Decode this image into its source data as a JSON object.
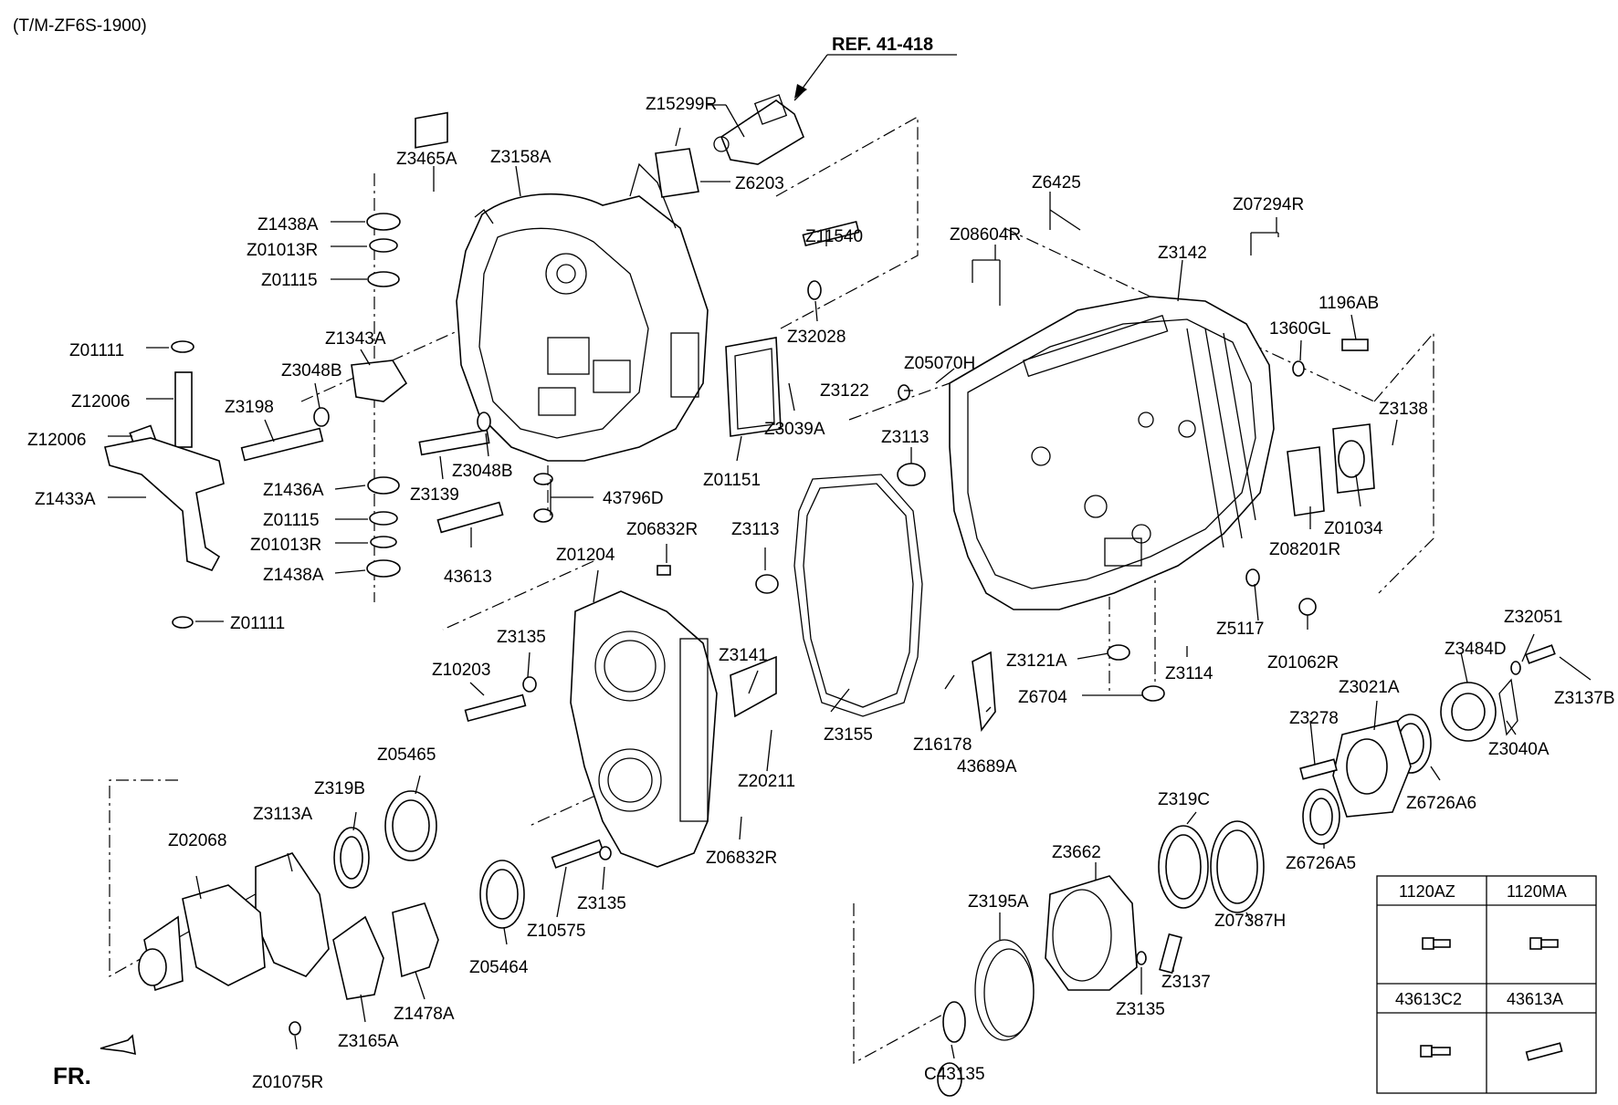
{
  "header": {
    "model_code": "(T/M-ZF6S-1900)",
    "reference": "REF. 41-418"
  },
  "direction_label": "FR.",
  "callouts": {
    "z15299r": "Z15299R",
    "z6203": "Z6203",
    "z3465a": "Z3465A",
    "z3158a": "Z3158A",
    "z1438a_top": "Z1438A",
    "z01013r_top": "Z01013R",
    "z01115_top": "Z01115",
    "z11540": "Z11540",
    "z32028": "Z32028",
    "z1343a": "Z1343A",
    "z3048b_left": "Z3048B",
    "z01111_top": "Z01111",
    "z12006_top": "Z12006",
    "z3198": "Z3198",
    "z12006_bot": "Z12006",
    "z1433a": "Z1433A",
    "z1436a": "Z1436A",
    "z01115_bot": "Z01115",
    "z01013r_bot": "Z01013R",
    "z1438a_bot": "Z1438A",
    "z01111_bot": "Z01111",
    "z3139": "Z3139",
    "z3048b_mid": "Z3048B",
    "z43796d": "43796D",
    "z43613": "43613",
    "z3039a": "Z3039A",
    "z01151": "Z01151",
    "z06832r_top": "Z06832R",
    "z3113_mid": "Z3113",
    "z01204": "Z01204",
    "z3135_top": "Z3135",
    "z10203": "Z10203",
    "z3141": "Z3141",
    "z20211": "Z20211",
    "z06832r_bot": "Z06832R",
    "z05465": "Z05465",
    "z319b": "Z319B",
    "z3113a": "Z3113A",
    "z02068": "Z02068",
    "z10575": "Z10575",
    "z3135_bot": "Z3135",
    "z05464": "Z05464",
    "z1478a": "Z1478A",
    "z3165a": "Z3165A",
    "z01075r": "Z01075R",
    "z6425": "Z6425",
    "z08604r": "Z08604R",
    "z07294r": "Z07294R",
    "z3142": "Z3142",
    "z1196ab": "1196AB",
    "z1360gl": "1360GL",
    "z05070h": "Z05070H",
    "z3122": "Z3122",
    "z3113_right": "Z3113",
    "z3138": "Z3138",
    "z01034": "Z01034",
    "z08201r": "Z08201R",
    "z5117": "Z5117",
    "z01062r": "Z01062R",
    "z3121a": "Z3121A",
    "z3114": "Z3114",
    "z6704": "Z6704",
    "z3155": "Z3155",
    "z16178": "Z16178",
    "z43689a": "43689A",
    "z32051": "Z32051",
    "z3484d": "Z3484D",
    "z3137b": "Z3137B",
    "z3021a": "Z3021A",
    "z3278": "Z3278",
    "z3040a": "Z3040A",
    "z6726a6": "Z6726A6",
    "z6726a5": "Z6726A5",
    "z319c": "Z319C",
    "z3662": "Z3662",
    "z07387h": "Z07387H",
    "z3195a": "Z3195A",
    "z3137": "Z3137",
    "z3135_right": "Z3135",
    "c43135": "C43135"
  },
  "fastener_table": {
    "cells": [
      {
        "code": "1120AZ"
      },
      {
        "code": "1120MA"
      },
      {
        "code": "43613C2"
      },
      {
        "code": "43613A"
      }
    ]
  }
}
